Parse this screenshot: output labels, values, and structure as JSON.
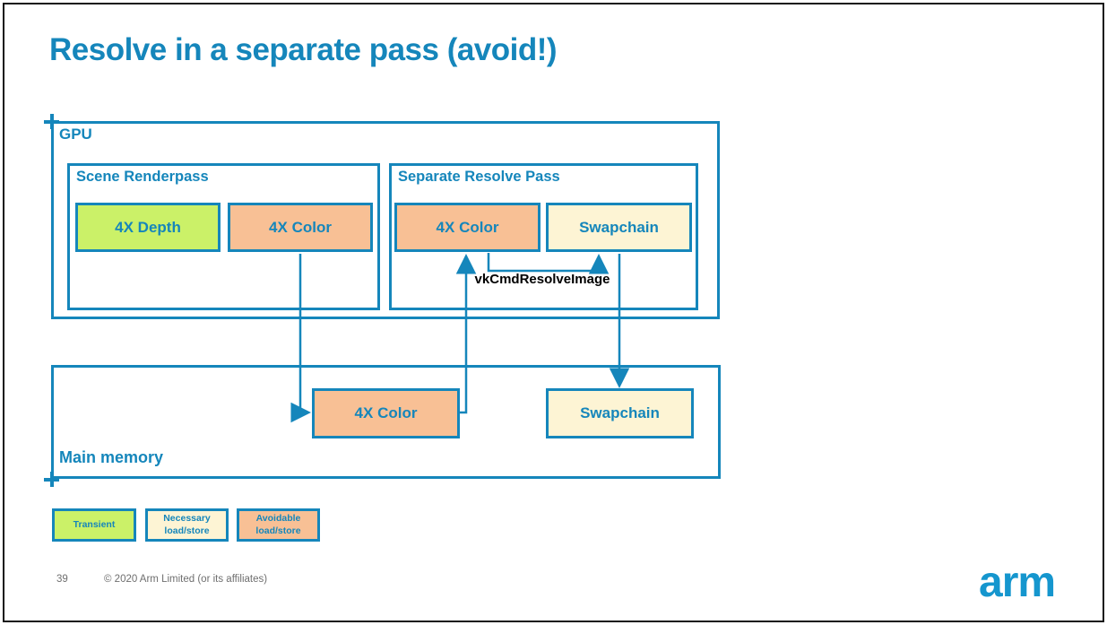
{
  "slide": {
    "title": "Resolve in a separate pass (avoid!)",
    "page_number": "39",
    "copyright": "© 2020 Arm Limited (or its affiliates)",
    "logo_text": "arm"
  },
  "colors": {
    "accent": "#1586bb",
    "transient_green": "#cbf168",
    "avoidable_orange": "#f8c095",
    "necessary_cream": "#fdf4d4",
    "label_black": "#000000",
    "footer_gray": "#6f6f6f",
    "logo_blue": "#1596ce"
  },
  "diagram": {
    "gpu": {
      "label": "GPU",
      "scene_renderpass": {
        "label": "Scene Renderpass",
        "cells": [
          {
            "label": "4X Depth",
            "type": "transient"
          },
          {
            "label": "4X Color",
            "type": "avoidable"
          }
        ]
      },
      "separate_resolve_pass": {
        "label": "Separate Resolve Pass",
        "cells": [
          {
            "label": "4X Color",
            "type": "avoidable"
          },
          {
            "label": "Swapchain",
            "type": "necessary"
          }
        ],
        "resolve_call_label": "vkCmdResolveImage"
      }
    },
    "main_memory": {
      "label": "Main memory",
      "cells": [
        {
          "label": "4X Color",
          "type": "avoidable"
        },
        {
          "label": "Swapchain",
          "type": "necessary"
        }
      ]
    }
  },
  "legend": [
    {
      "label": "Transient",
      "type": "transient"
    },
    {
      "label": "Necessary load/store",
      "type": "necessary"
    },
    {
      "label": "Avoidable load/store",
      "type": "avoidable"
    }
  ]
}
